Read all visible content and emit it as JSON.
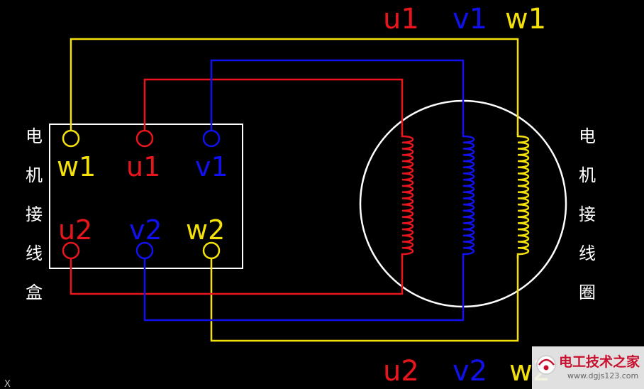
{
  "colors": {
    "background": "#000000",
    "u_phase": "#e8161c",
    "v_phase": "#1111ee",
    "w_phase": "#f5e10a",
    "outline": "#ffffff"
  },
  "top_labels": {
    "u1": "u1",
    "v1": "v1",
    "w1": "w1"
  },
  "bottom_labels": {
    "u2": "u2",
    "v2": "v2",
    "w2": "w2"
  },
  "terminal_box": {
    "w1": "w1",
    "u1": "u1",
    "v1": "v1",
    "u2": "u2",
    "v2": "v2",
    "w2": "w2"
  },
  "left_caption": [
    "电",
    "机",
    "接",
    "线",
    "盒"
  ],
  "right_caption": [
    "电",
    "机",
    "接",
    "线",
    "圈"
  ],
  "corner_mark": "X",
  "watermark": {
    "title": "电工技术之家",
    "url": "www.dgjs123.com"
  }
}
